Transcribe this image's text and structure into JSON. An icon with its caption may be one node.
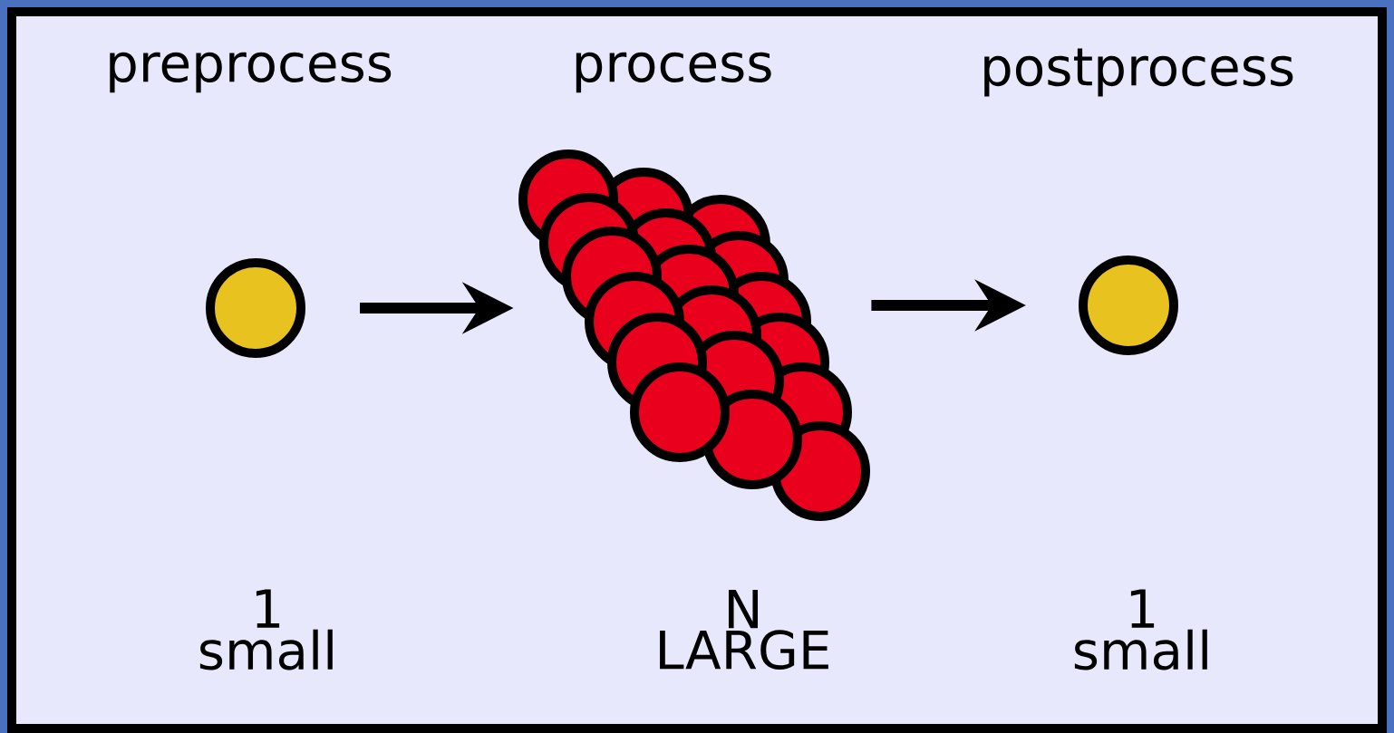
{
  "diagram": {
    "nodes": [
      {
        "text": [],
        "shape": "circle"
      },
      {
        "text": [],
        "shape": "picture"
      },
      {
        "text": [],
        "shape": "circle"
      }
    ],
    "edges": [
      {
        "from": 0,
        "to": 1,
        "arrow": "to"
      },
      {
        "from": 1,
        "to": 2,
        "arrow": "to"
      }
    ],
    "labels": [
      "preprocess",
      "process",
      "postprocess",
      "1 small",
      "N LARGE",
      "1 small"
    ]
  }
}
